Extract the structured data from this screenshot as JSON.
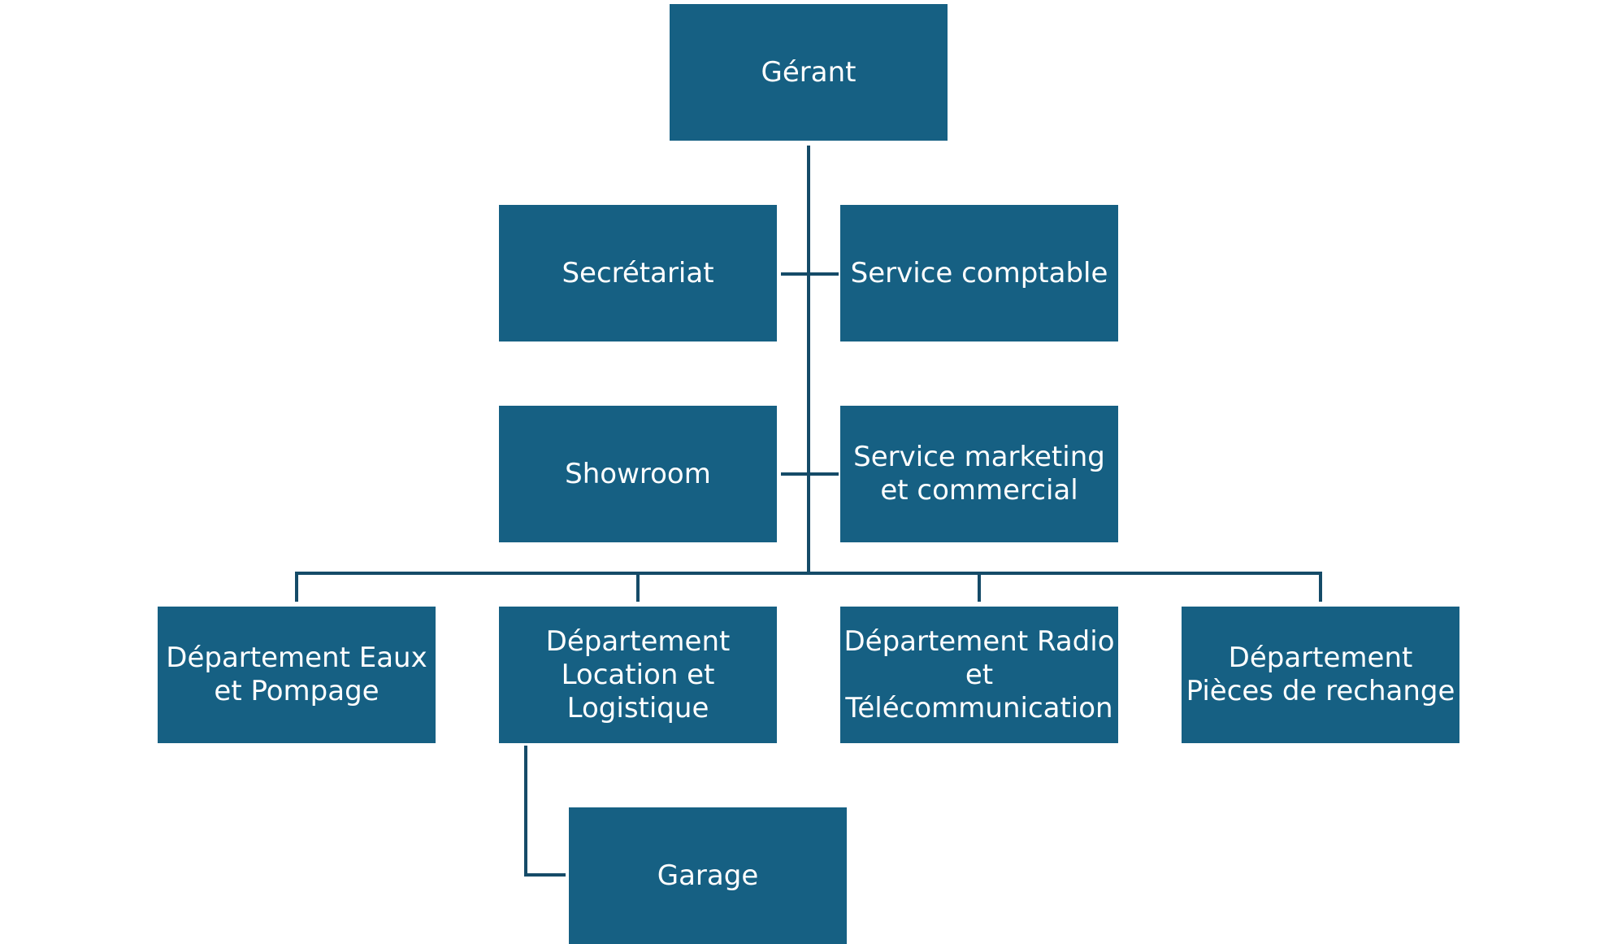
{
  "colors": {
    "box_fill": "#166083",
    "line": "#154B68",
    "text": "#FFFFFF"
  },
  "nodes": {
    "gerant": "Gérant",
    "secretariat": "Secrétariat",
    "service_comptable": "Service comptable",
    "showroom": "Showroom",
    "service_marketing": "Service marketing et commercial",
    "dept_eaux": "Département Eaux et Pompage",
    "dept_location": "Département Location et Logistique",
    "dept_radio": "Département Radio et Télécommunication",
    "dept_pieces": "Département Pièces de rechange",
    "garage": "Garage"
  }
}
